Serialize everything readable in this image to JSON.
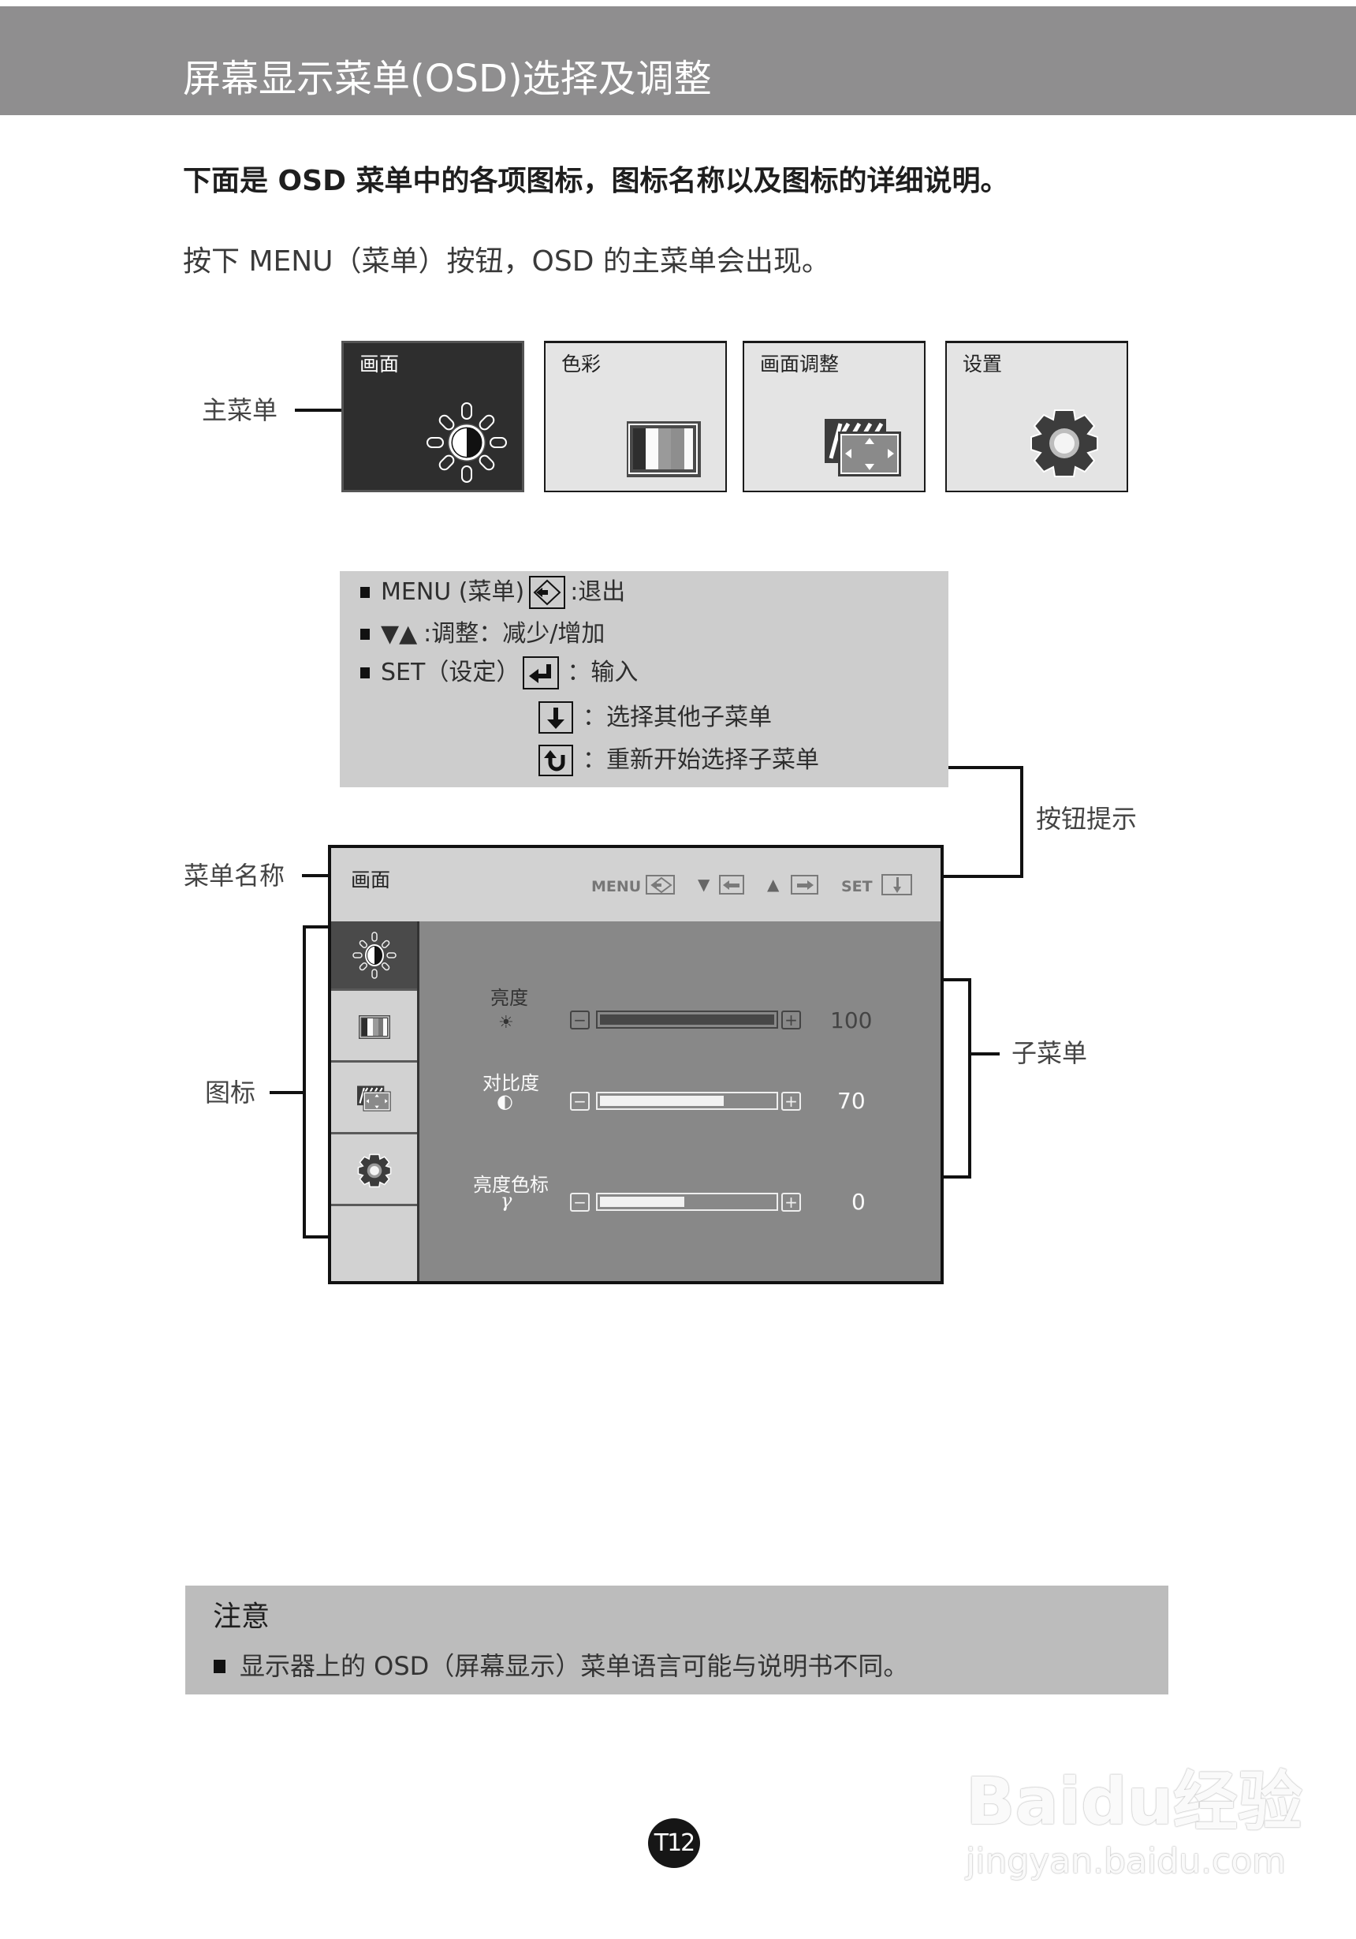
{
  "header": {
    "title": "屏幕显示菜单(OSD)选择及调整"
  },
  "intro": {
    "line1": "下面是 OSD 菜单中的各项图标，图标名称以及图标的详细说明。",
    "line2": "按下 MENU（菜单）按钮，OSD 的主菜单会出现。"
  },
  "main_menu": {
    "callout_label": "主菜单",
    "items": [
      {
        "label": "画面",
        "icon": "brightness-sun-icon",
        "active": true
      },
      {
        "label": "色彩",
        "icon": "color-bars-icon",
        "active": false
      },
      {
        "label": "画面调整",
        "icon": "picture-adjust-icon",
        "active": false
      },
      {
        "label": "设置",
        "icon": "gear-icon",
        "active": false
      }
    ]
  },
  "button_hints": {
    "callout_label": "按钮提示",
    "rows": [
      {
        "key": "MENU (菜单)",
        "icon": "menu-exit-icon",
        "desc": ":退出"
      },
      {
        "key": "▼▲",
        "desc": ":调整：减少/增加"
      },
      {
        "key": "SET（设定）",
        "icon": "enter-icon",
        "desc": "：输入"
      },
      {
        "icon": "down-arrow-icon",
        "desc": "：选择其他子菜单"
      },
      {
        "icon": "restart-arrow-icon",
        "desc": "：重新开始选择子菜单"
      }
    ]
  },
  "osd": {
    "menu_name_callout": "菜单名称",
    "icons_callout": "图标",
    "submenu_callout": "子菜单",
    "title": "画面",
    "header_hints": {
      "menu": "MENU",
      "down": "▼",
      "up": "▲",
      "set": "SET"
    },
    "icons": [
      "brightness-sun-icon",
      "color-bars-icon",
      "picture-adjust-icon",
      "gear-icon"
    ],
    "submenu": [
      {
        "label": "亮度",
        "symbol": "☀",
        "value": "100",
        "fill_percent": 100
      },
      {
        "label": "对比度",
        "symbol": "◐",
        "value": "70",
        "fill_percent": 70
      },
      {
        "label": "亮度色标",
        "symbol": "γ",
        "value": "0",
        "fill_percent": 48
      }
    ]
  },
  "note": {
    "title": "注意",
    "text": "显示器上的 OSD（屏幕显示）菜单语言可能与说明书不同。"
  },
  "page": {
    "number": "T12"
  },
  "watermark": {
    "logo": "Baidu经验",
    "url": "jingyan.baidu.com"
  }
}
